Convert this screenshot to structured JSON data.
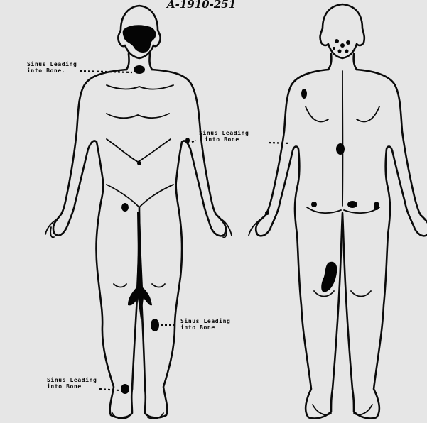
{
  "figure": {
    "case_number": "A-1910-251"
  },
  "annotations": [
    {
      "id": "neck",
      "line1": "Sinus Leading",
      "line2": "into Bone."
    },
    {
      "id": "flank",
      "line1": "Sinus Leading",
      "line2": "into Bone"
    },
    {
      "id": "shin",
      "line1": "Sinus Leading",
      "line2": "into Bone"
    },
    {
      "id": "ankle",
      "line1": "Sinus Leading",
      "line2": "into Bone"
    }
  ],
  "colors": {
    "background": "#e6e6e6",
    "ink": "#0b0b0b"
  }
}
